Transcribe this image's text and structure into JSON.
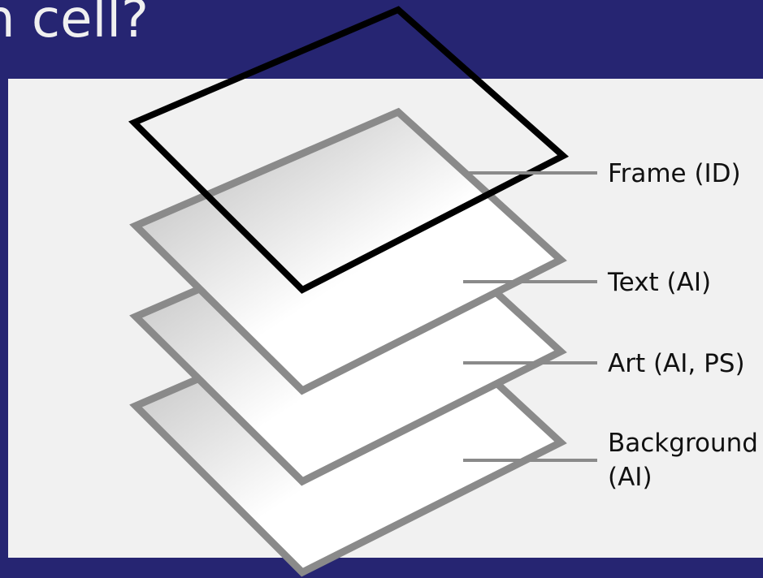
{
  "slide": {
    "title": "n cell?",
    "background_color": "#262572",
    "panel_color": "#f1f1f1"
  },
  "diagram": {
    "layers": [
      {
        "id": "frame",
        "label": "Frame (ID)",
        "style": "outline-only",
        "border_color": "#000000"
      },
      {
        "id": "text",
        "label": "Text (AI)",
        "style": "gradient-fill",
        "border_color": "#8a8a8a"
      },
      {
        "id": "art",
        "label": "Art (AI, PS)",
        "style": "gradient-fill",
        "border_color": "#8a8a8a"
      },
      {
        "id": "background",
        "label_lines": [
          "Background",
          "(AI)"
        ],
        "style": "gradient-fill",
        "border_color": "#8a8a8a"
      }
    ],
    "leader_color": "#8a8a8a",
    "fill_gradient": [
      "#b4b4b4",
      "#ffffff"
    ]
  }
}
